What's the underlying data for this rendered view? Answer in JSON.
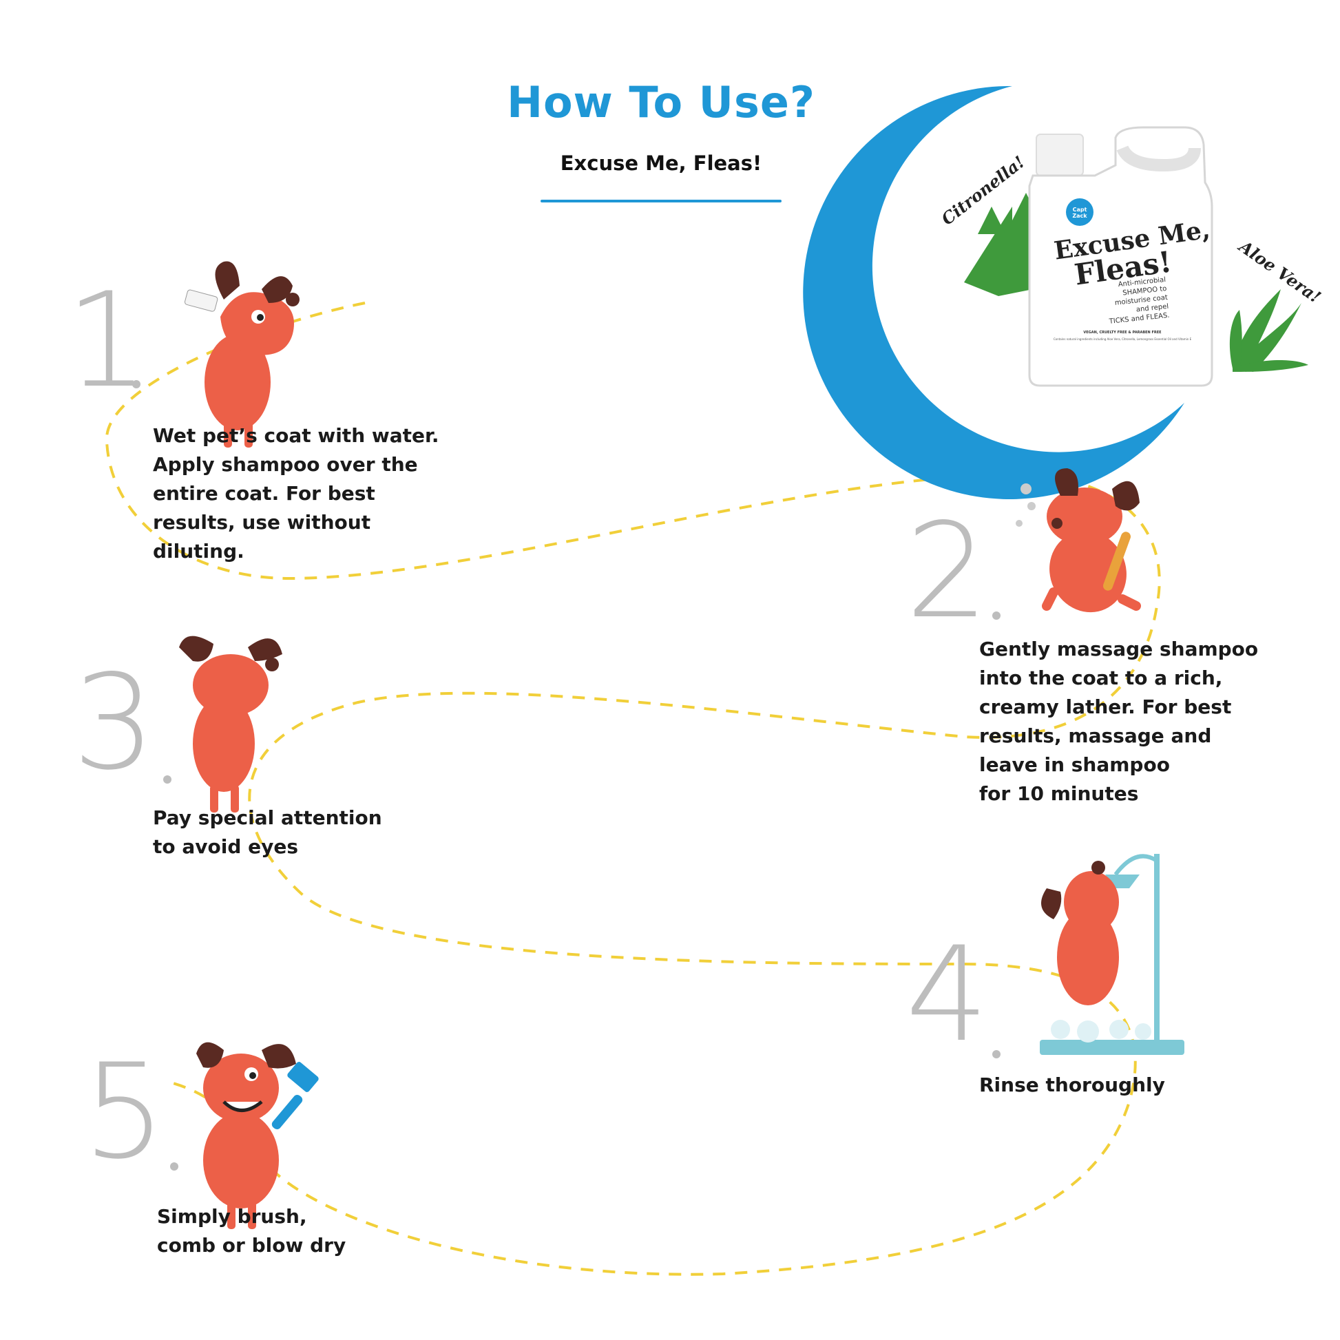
{
  "header": {
    "title": "How To Use?",
    "subtitle": "Excuse Me, Fleas!"
  },
  "colors": {
    "accent_blue": "#1f97d6",
    "path_yellow": "#f1cf39",
    "dog_red": "#ec6048",
    "dog_ear": "#5a2a22",
    "number_gray": "#bdbdbd",
    "leaf_green": "#3f9a3c",
    "shower_teal": "#7ec9d6"
  },
  "product": {
    "brand_badge": "Capt Zack",
    "name_line1": "Excuse Me,",
    "name_line2": "Fleas!",
    "desc_line1": "Anti-microbial",
    "desc_line2": "SHAMPOO to",
    "desc_line3": "moisturise coat",
    "desc_line4": "and repel",
    "desc_line5": "TICKS and FLEAS.",
    "fine_print1": "VEGAN, CRUELTY FREE & PARABEN FREE",
    "fine_print2": "Contains natural ingredients including Aloe Vera, Citronella, Lemongrass Essential Oil and Vitamin E",
    "ingredient_left": "Citronella!",
    "ingredient_right": "Aloe Vera!"
  },
  "steps": [
    {
      "number": "1",
      "text": "Wet pet’s coat with water.\nApply shampoo over the\nentire coat. For best\nresults, use without\ndiluting.",
      "icon": "dog-holding-shampoo-icon"
    },
    {
      "number": "2",
      "text": "Gently massage shampoo\ninto the coat to a rich,\ncreamy lather. For best\nresults, massage and\nleave in shampoo\nfor 10 minutes",
      "icon": "dog-scrubbing-icon"
    },
    {
      "number": "3",
      "text": "Pay special attention\nto avoid eyes",
      "icon": "dog-covering-eyes-icon"
    },
    {
      "number": "4",
      "text": "Rinse thoroughly",
      "icon": "dog-shower-icon"
    },
    {
      "number": "5",
      "text": "Simply brush,\ncomb or blow dry",
      "icon": "dog-with-brush-icon"
    }
  ]
}
